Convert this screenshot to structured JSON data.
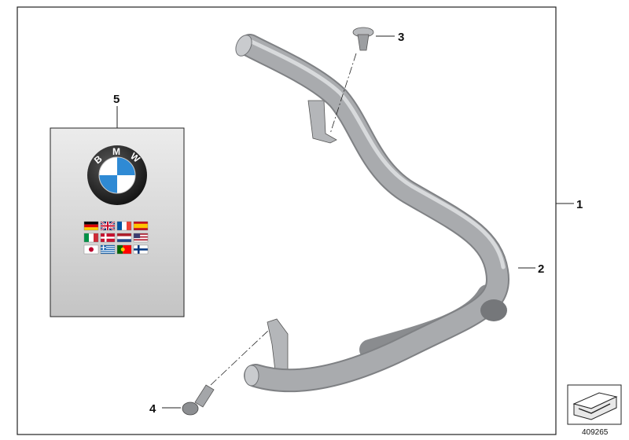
{
  "callouts": {
    "c1": "1",
    "c2": "2",
    "c3": "3",
    "c4": "4",
    "c5": "5"
  },
  "manual": {
    "brand_letters": [
      "B",
      "M",
      "W"
    ],
    "flags": [
      "germany-flag",
      "uk-flag",
      "france-flag",
      "spain-flag",
      "italy-flag",
      "denmark-flag",
      "netherlands-flag",
      "usa-flag",
      "japan-flag",
      "greece-flag",
      "portugal-flag",
      "finland-flag"
    ]
  },
  "reference_number": "409265",
  "colors": {
    "tube": "#a9abae",
    "tube_shadow": "#8a8c8f",
    "tube_highlight": "#d8dadc",
    "manual_bg": "#d6d6d6",
    "frame": "#222222",
    "bmw_blue": "#2f8ad4"
  }
}
